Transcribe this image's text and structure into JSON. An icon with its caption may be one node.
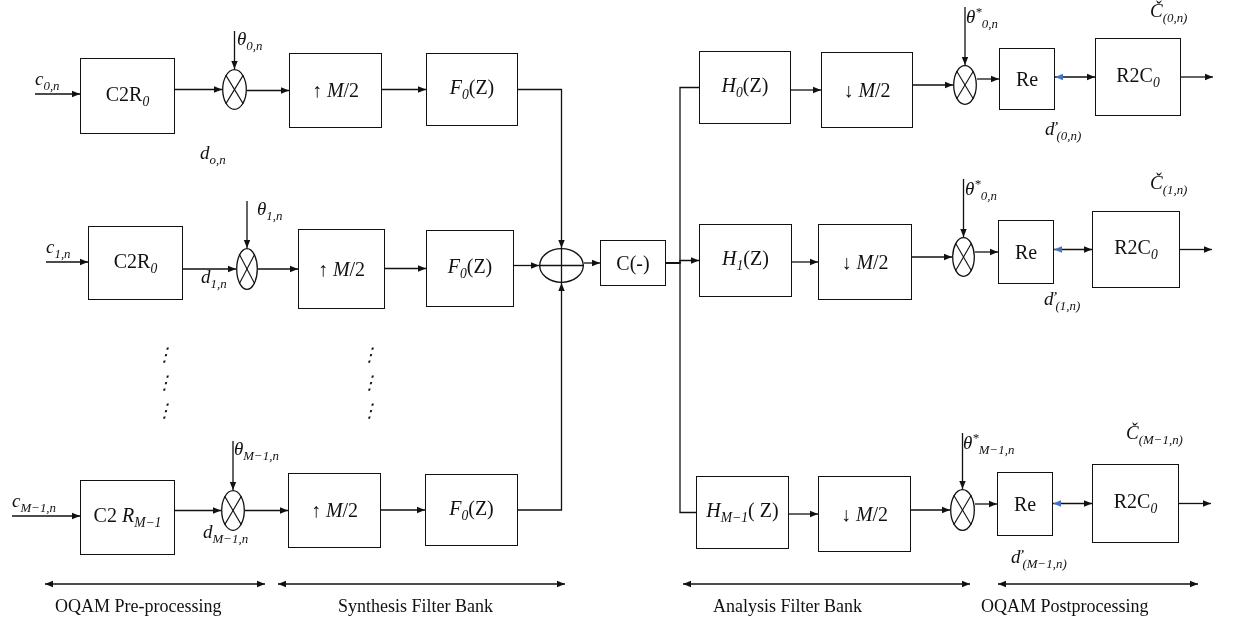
{
  "diagram": {
    "nodes": [
      {
        "text": [
          "C2R$_{0}$"
        ]
      },
      {
        "text": [],
        "shape": "circle"
      },
      {
        "text": [
          "↑ *M*/2"
        ]
      },
      {
        "text": [
          "*F*$_{0}$(Z)"
        ]
      },
      {
        "text": [
          "C2R$_{0}$"
        ]
      },
      {
        "text": [],
        "shape": "circle"
      },
      {
        "text": [
          "↑ *M*/2"
        ]
      },
      {
        "text": [
          "*F*$_{0}$(Z)"
        ]
      },
      {
        "text": [
          "C2 *R*$_{M−1}$"
        ]
      },
      {
        "text": [],
        "shape": "circle"
      },
      {
        "text": [
          "↑ *M*/2"
        ]
      },
      {
        "text": [
          "*F*$_{0}$(Z)"
        ]
      },
      {
        "text": [],
        "shape": "circle"
      },
      {
        "text": [
          "C(-)"
        ]
      },
      {
        "text": [
          "*H*$_{0}$(Z)"
        ]
      },
      {
        "text": [
          "↓ *M*/2"
        ]
      },
      {
        "text": [],
        "shape": "circle"
      },
      {
        "text": [
          "Re"
        ]
      },
      {
        "text": [
          "R2C$_{0}$"
        ],
        "beside": [
          "Č$_{(0,n)}$"
        ]
      },
      {
        "text": [
          "*H*$_{1}$(Z)"
        ]
      },
      {
        "text": [
          "↓ *M*/2"
        ]
      },
      {
        "text": [],
        "shape": "circle"
      },
      {
        "text": [
          "Re"
        ]
      },
      {
        "text": [
          "R2C$_{0}$"
        ],
        "beside": [
          "Č$_{(1,n)}$"
        ]
      },
      {
        "text": [
          "*H*$_{M−1}$( Z)"
        ]
      },
      {
        "text": [
          "↓ *M*/2"
        ]
      },
      {
        "text": [],
        "shape": "circle"
      },
      {
        "text": [
          "Re"
        ]
      },
      {
        "text": [
          "R2C$_{0}$"
        ],
        "beside": [
          "Č$_{(M−1,n)}$"
        ]
      },
      {
        "text": [
          "c$_{0,n}$"
        ]
      },
      {
        "text": [
          "θ$_{0,n}$"
        ]
      },
      {
        "text": [
          "c$_{1,n}$"
        ]
      },
      {
        "text": [
          "θ$_{1,n}$"
        ]
      },
      {
        "text": [
          "c$_{M−1,n}$"
        ]
      },
      {
        "text": [
          "θ$_{M−1,n}$"
        ]
      },
      {
        "text": [
          "θ$^{*}$$_{0,n}$"
        ]
      },
      {
        "text": [
          "θ$^{*}$$_{0,n}$"
        ]
      },
      {
        "text": [
          "θ$^{*}$$_{M−1,n}$"
        ]
      }
    ],
    "edges": [
      {
        "from": 29,
        "to": 0,
        "arrow": "to"
      },
      {
        "from": 0,
        "to": 1,
        "arrow": "to"
      },
      {
        "from": 30,
        "to": 1,
        "arrow": "to"
      },
      {
        "from": 1,
        "to": 2,
        "arrow": "to"
      },
      {
        "from": 2,
        "to": 3,
        "arrow": "to"
      },
      {
        "from": 3,
        "to": 12,
        "arrow": "to"
      },
      {
        "from": 31,
        "to": 4,
        "arrow": "to"
      },
      {
        "from": 4,
        "to": 5,
        "arrow": "to"
      },
      {
        "from": 32,
        "to": 5,
        "arrow": "to"
      },
      {
        "from": 5,
        "to": 6,
        "arrow": "to"
      },
      {
        "from": 6,
        "to": 7,
        "arrow": "to"
      },
      {
        "from": 7,
        "to": 12,
        "arrow": "to"
      },
      {
        "from": 33,
        "to": 8,
        "arrow": "to"
      },
      {
        "from": 8,
        "to": 9,
        "arrow": "to"
      },
      {
        "from": 34,
        "to": 9,
        "arrow": "to"
      },
      {
        "from": 9,
        "to": 10,
        "arrow": "to"
      },
      {
        "from": 10,
        "to": 11,
        "arrow": "to"
      },
      {
        "from": 11,
        "to": 12,
        "arrow": "to"
      },
      {
        "from": 12,
        "to": 13,
        "arrow": "to"
      },
      {
        "from": 13,
        "to": 14,
        "arrow": "none"
      },
      {
        "from": 13,
        "to": 19,
        "arrow": "to"
      },
      {
        "from": 13,
        "to": 24,
        "arrow": "none"
      },
      {
        "from": 14,
        "to": 15,
        "arrow": "to"
      },
      {
        "from": 15,
        "to": 16,
        "arrow": "to"
      },
      {
        "from": 35,
        "to": 16,
        "arrow": "to"
      },
      {
        "from": 16,
        "to": 17,
        "arrow": "to"
      },
      {
        "from": 17,
        "to": 18,
        "arrow": "both"
      },
      {
        "from": 18,
        "to": null,
        "arrow": "to"
      },
      {
        "from": 19,
        "to": 20,
        "arrow": "to"
      },
      {
        "from": 20,
        "to": 21,
        "arrow": "to"
      },
      {
        "from": 36,
        "to": 21,
        "arrow": "to"
      },
      {
        "from": 21,
        "to": 22,
        "arrow": "to"
      },
      {
        "from": 22,
        "to": 23,
        "arrow": "both"
      },
      {
        "from": 23,
        "to": null,
        "arrow": "to"
      },
      {
        "from": 24,
        "to": 25,
        "arrow": "to"
      },
      {
        "from": 25,
        "to": 26,
        "arrow": "to"
      },
      {
        "from": 37,
        "to": 26,
        "arrow": "to"
      },
      {
        "from": 26,
        "to": 27,
        "arrow": "to"
      },
      {
        "from": 27,
        "to": 28,
        "arrow": "both"
      },
      {
        "from": 28,
        "to": null,
        "arrow": "to"
      }
    ],
    "labels": [
      "d$_{o,n}$",
      "d$_{1,n}$",
      "⋮",
      "⋮",
      "⋮",
      "⋮",
      "⋮",
      "⋮",
      "d$_{M−1,n}$",
      "ď$_{(0,n)}$",
      "ď$_{(1,n)}$",
      "ď$_{(M−1,n)}$",
      "OQAM Pre-processing",
      "Synthesis Filter Bank",
      "Analysis Filter Bank",
      "OQAM Postprocessing"
    ]
  }
}
